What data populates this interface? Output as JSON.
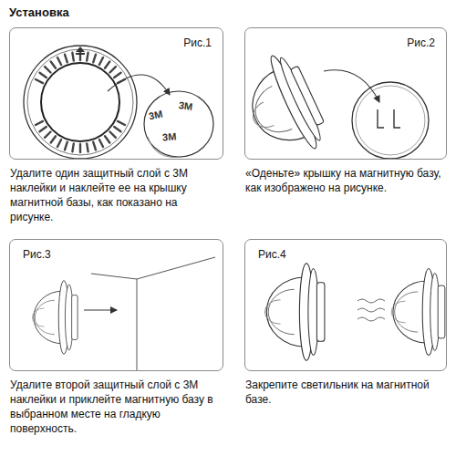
{
  "diagram": {
    "title": "Установка",
    "nodes": [
      {
        "text": [
          "Рис.1",
          "Удалите один защитный слой с 3M наклейки и наклейте ее на крышку магнитной базы, как показано на рисунке."
        ]
      },
      {
        "text": [
          "Рис.2",
          "«Оденьте» крышку на магнитную базу, как изображено на рисунке."
        ]
      },
      {
        "text": [
          "Рис.3",
          "Удалите второй защитный слой с 3M наклейки и приклейте магнитную базу в выбранном месте на гладкую поверхность."
        ]
      },
      {
        "text": [
          "Рис.4",
          "Закрепите светильник на магнитной базе."
        ]
      }
    ],
    "labels": [
      "3M",
      "3M",
      "3M"
    ]
  }
}
